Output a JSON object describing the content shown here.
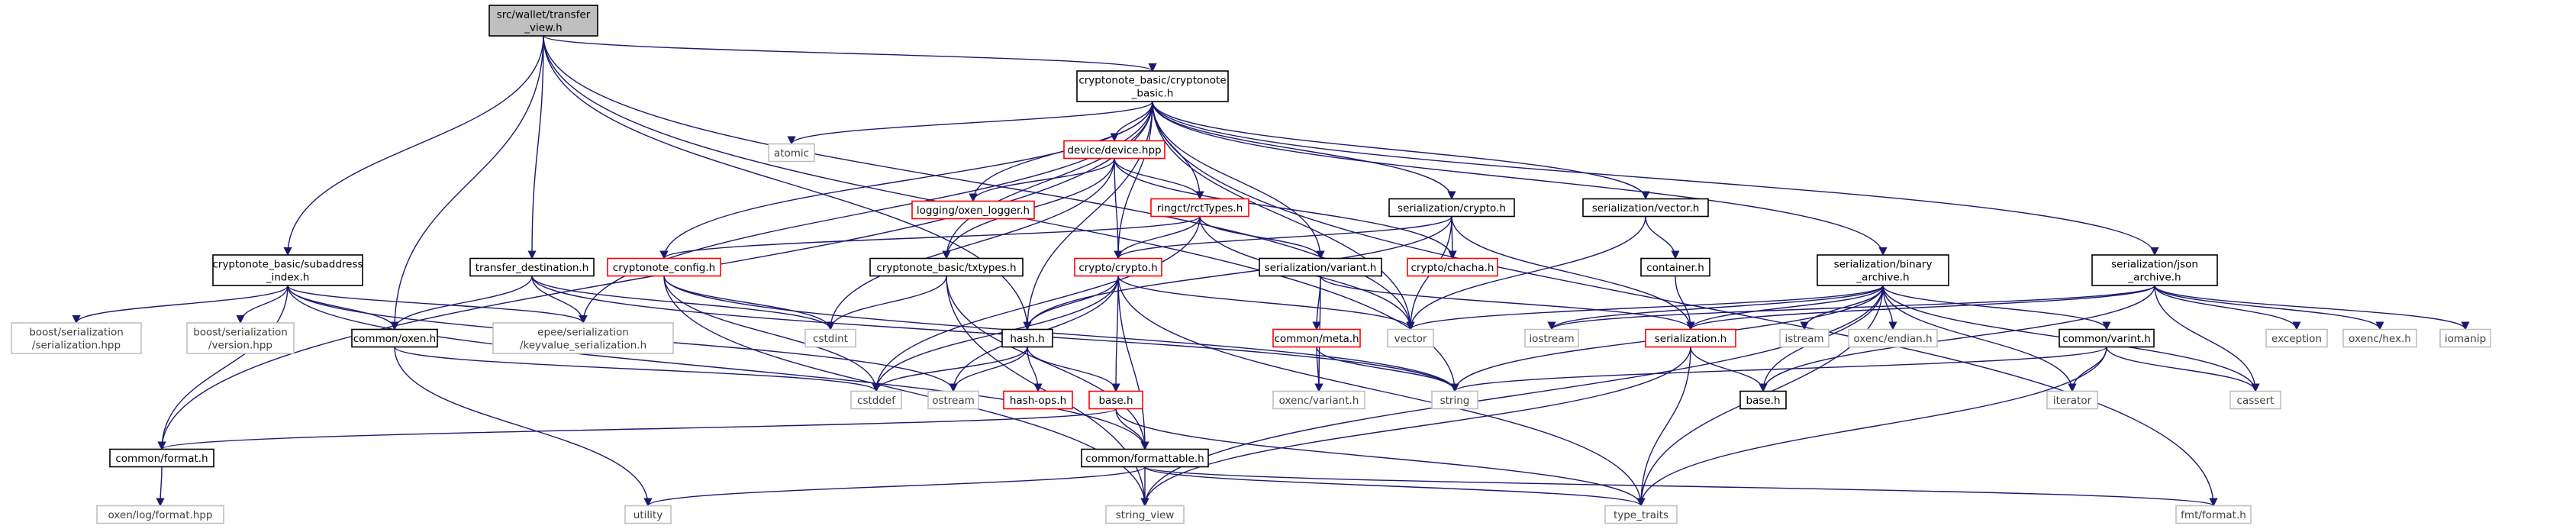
{
  "diagram": {
    "colors": {
      "root_fill": "#bfbfbf",
      "root_border": "#000000",
      "documented_border": "#000000",
      "missing_border": "#ff0000",
      "external_border": "#bfbfbf",
      "documented_text": "#000000",
      "external_text": "#404040",
      "edge": "#191970"
    },
    "nodes": [
      {
        "id": "root",
        "lines": [
          "src/wallet/transfer",
          "_view.h"
        ],
        "kind": "root"
      },
      {
        "id": "cnbasic",
        "lines": [
          "cryptonote_basic/cryptonote",
          "_basic.h"
        ],
        "kind": "documented"
      },
      {
        "id": "subaddr",
        "lines": [
          "cryptonote_basic/subaddress",
          "_index.h"
        ],
        "kind": "documented"
      },
      {
        "id": "transdest",
        "lines": [
          "transfer_destination.h"
        ],
        "kind": "documented"
      },
      {
        "id": "atomic",
        "lines": [
          "atomic"
        ],
        "kind": "external"
      },
      {
        "id": "device",
        "lines": [
          "device/device.hpp"
        ],
        "kind": "missing"
      },
      {
        "id": "oxenlogger",
        "lines": [
          "logging/oxen_logger.h"
        ],
        "kind": "missing"
      },
      {
        "id": "rctTypes",
        "lines": [
          "ringct/rctTypes.h"
        ],
        "kind": "missing"
      },
      {
        "id": "sercrypto",
        "lines": [
          "serialization/crypto.h"
        ],
        "kind": "documented"
      },
      {
        "id": "servector",
        "lines": [
          "serialization/vector.h"
        ],
        "kind": "documented"
      },
      {
        "id": "cnconfig",
        "lines": [
          "cryptonote_config.h"
        ],
        "kind": "missing"
      },
      {
        "id": "txtypes",
        "lines": [
          "cryptonote_basic/txtypes.h"
        ],
        "kind": "documented"
      },
      {
        "id": "cryptoh",
        "lines": [
          "crypto/crypto.h"
        ],
        "kind": "missing"
      },
      {
        "id": "servariant",
        "lines": [
          "serialization/variant.h"
        ],
        "kind": "documented"
      },
      {
        "id": "chacha",
        "lines": [
          "crypto/chacha.h"
        ],
        "kind": "missing"
      },
      {
        "id": "container",
        "lines": [
          "container.h"
        ],
        "kind": "documented"
      },
      {
        "id": "serbinary",
        "lines": [
          "serialization/binary",
          "_archive.h"
        ],
        "kind": "documented"
      },
      {
        "id": "serjson",
        "lines": [
          "serialization/json",
          "_archive.h"
        ],
        "kind": "documented"
      },
      {
        "id": "boostser",
        "lines": [
          "boost/serialization",
          "/serialization.hpp"
        ],
        "kind": "external"
      },
      {
        "id": "boostver",
        "lines": [
          "boost/serialization",
          "/version.hpp"
        ],
        "kind": "external"
      },
      {
        "id": "oxenh",
        "lines": [
          "common/oxen.h"
        ],
        "kind": "documented"
      },
      {
        "id": "keyvalue",
        "lines": [
          "epee/serialization",
          "/keyvalue_serialization.h"
        ],
        "kind": "external"
      },
      {
        "id": "cstdint",
        "lines": [
          "cstdint"
        ],
        "kind": "external"
      },
      {
        "id": "hashh",
        "lines": [
          "hash.h"
        ],
        "kind": "documented"
      },
      {
        "id": "vector",
        "lines": [
          "vector"
        ],
        "kind": "external"
      },
      {
        "id": "iostream",
        "lines": [
          "iostream"
        ],
        "kind": "external"
      },
      {
        "id": "commonmeta",
        "lines": [
          "common/meta.h"
        ],
        "kind": "missing"
      },
      {
        "id": "serialization",
        "lines": [
          "serialization.h"
        ],
        "kind": "missing"
      },
      {
        "id": "istream",
        "lines": [
          "istream"
        ],
        "kind": "external"
      },
      {
        "id": "oxencendian",
        "lines": [
          "oxenc/endian.h"
        ],
        "kind": "external"
      },
      {
        "id": "commonvarint",
        "lines": [
          "common/varint.h"
        ],
        "kind": "documented"
      },
      {
        "id": "exception",
        "lines": [
          "exception"
        ],
        "kind": "external"
      },
      {
        "id": "oxenchex",
        "lines": [
          "oxenc/hex.h"
        ],
        "kind": "external"
      },
      {
        "id": "iomanip",
        "lines": [
          "iomanip"
        ],
        "kind": "external"
      },
      {
        "id": "cstddef",
        "lines": [
          "cstddef"
        ],
        "kind": "external"
      },
      {
        "id": "ostream",
        "lines": [
          "ostream"
        ],
        "kind": "external"
      },
      {
        "id": "hashops",
        "lines": [
          "hash-ops.h"
        ],
        "kind": "missing"
      },
      {
        "id": "baseh1",
        "lines": [
          "base.h"
        ],
        "kind": "missing"
      },
      {
        "id": "oxencvariant",
        "lines": [
          "oxenc/variant.h"
        ],
        "kind": "external"
      },
      {
        "id": "string",
        "lines": [
          "string"
        ],
        "kind": "external"
      },
      {
        "id": "baseh2",
        "lines": [
          "base.h"
        ],
        "kind": "documented"
      },
      {
        "id": "iterator",
        "lines": [
          "iterator"
        ],
        "kind": "external"
      },
      {
        "id": "cassert",
        "lines": [
          "cassert"
        ],
        "kind": "external"
      },
      {
        "id": "commonformat",
        "lines": [
          "common/format.h"
        ],
        "kind": "documented"
      },
      {
        "id": "formattable",
        "lines": [
          "common/formattable.h"
        ],
        "kind": "documented"
      },
      {
        "id": "oxenlogformat",
        "lines": [
          "oxen/log/format.hpp"
        ],
        "kind": "external"
      },
      {
        "id": "utility",
        "lines": [
          "utility"
        ],
        "kind": "external"
      },
      {
        "id": "stringview",
        "lines": [
          "string_view"
        ],
        "kind": "external"
      },
      {
        "id": "typetraits",
        "lines": [
          "type_traits"
        ],
        "kind": "external"
      },
      {
        "id": "fmtformat",
        "lines": [
          "fmt/format.h"
        ],
        "kind": "external"
      }
    ],
    "edges": [
      [
        "root",
        "cnbasic"
      ],
      [
        "root",
        "subaddr"
      ],
      [
        "root",
        "transdest"
      ],
      [
        "root",
        "oxenh"
      ],
      [
        "root",
        "hashh"
      ],
      [
        "root",
        "vector"
      ],
      [
        "root",
        "string"
      ],
      [
        "cnbasic",
        "atomic"
      ],
      [
        "cnbasic",
        "device"
      ],
      [
        "cnbasic",
        "oxenlogger"
      ],
      [
        "cnbasic",
        "rctTypes"
      ],
      [
        "cnbasic",
        "sercrypto"
      ],
      [
        "cnbasic",
        "servector"
      ],
      [
        "cnbasic",
        "cnconfig"
      ],
      [
        "cnbasic",
        "txtypes"
      ],
      [
        "cnbasic",
        "cryptoh"
      ],
      [
        "cnbasic",
        "servariant"
      ],
      [
        "cnbasic",
        "serbinary"
      ],
      [
        "cnbasic",
        "serjson"
      ],
      [
        "cnbasic",
        "keyvalue"
      ],
      [
        "cnbasic",
        "hashh"
      ],
      [
        "cnbasic",
        "vector"
      ],
      [
        "cnbasic",
        "commonformat"
      ],
      [
        "cnbasic",
        "fmtformat"
      ],
      [
        "subaddr",
        "boostser"
      ],
      [
        "subaddr",
        "boostver"
      ],
      [
        "subaddr",
        "oxenh"
      ],
      [
        "subaddr",
        "keyvalue"
      ],
      [
        "subaddr",
        "commonformat"
      ],
      [
        "subaddr",
        "formattable"
      ],
      [
        "subaddr",
        "ostream"
      ],
      [
        "transdest",
        "oxenh"
      ],
      [
        "transdest",
        "keyvalue"
      ],
      [
        "transdest",
        "cstdint"
      ],
      [
        "transdest",
        "string"
      ],
      [
        "device",
        "oxenlogger"
      ],
      [
        "device",
        "rctTypes"
      ],
      [
        "device",
        "cryptoh"
      ],
      [
        "device",
        "chacha"
      ],
      [
        "device",
        "txtypes"
      ],
      [
        "device",
        "cstdint"
      ],
      [
        "rctTypes",
        "cryptoh"
      ],
      [
        "rctTypes",
        "servariant"
      ],
      [
        "rctTypes",
        "cnconfig"
      ],
      [
        "rctTypes",
        "vector"
      ],
      [
        "rctTypes",
        "cstddef"
      ],
      [
        "sercrypto",
        "cryptoh"
      ],
      [
        "sercrypto",
        "chacha"
      ],
      [
        "sercrypto",
        "hashh"
      ],
      [
        "sercrypto",
        "serialization"
      ],
      [
        "sercrypto",
        "vector"
      ],
      [
        "servector",
        "container"
      ],
      [
        "servector",
        "vector"
      ],
      [
        "container",
        "serialization"
      ],
      [
        "cnconfig",
        "cstdint"
      ],
      [
        "cnconfig",
        "string"
      ],
      [
        "cnconfig",
        "stringview"
      ],
      [
        "cnconfig",
        "cstddef"
      ],
      [
        "txtypes",
        "cstdint"
      ],
      [
        "txtypes",
        "formattable"
      ],
      [
        "txtypes",
        "stringview"
      ],
      [
        "cryptoh",
        "hashh"
      ],
      [
        "cryptoh",
        "baseh1"
      ],
      [
        "cryptoh",
        "cstddef"
      ],
      [
        "cryptoh",
        "ostream"
      ],
      [
        "cryptoh",
        "vector"
      ],
      [
        "cryptoh",
        "typetraits"
      ],
      [
        "cryptoh",
        "formattable"
      ],
      [
        "servariant",
        "commonmeta"
      ],
      [
        "servariant",
        "serialization"
      ],
      [
        "servariant",
        "oxencvariant"
      ],
      [
        "serbinary",
        "istream"
      ],
      [
        "serbinary",
        "oxencendian"
      ],
      [
        "serbinary",
        "commonvarint"
      ],
      [
        "serbinary",
        "serialization"
      ],
      [
        "serbinary",
        "baseh2"
      ],
      [
        "serbinary",
        "iostream"
      ],
      [
        "serbinary",
        "vector"
      ],
      [
        "serbinary",
        "string"
      ],
      [
        "serbinary",
        "iterator"
      ],
      [
        "serbinary",
        "cassert"
      ],
      [
        "serbinary",
        "typetraits"
      ],
      [
        "serbinary",
        "stringview"
      ],
      [
        "serjson",
        "serialization"
      ],
      [
        "serjson",
        "exception"
      ],
      [
        "serjson",
        "oxenchex"
      ],
      [
        "serjson",
        "iomanip"
      ],
      [
        "serjson",
        "cassert"
      ],
      [
        "serjson",
        "baseh2"
      ],
      [
        "serjson",
        "iostream"
      ],
      [
        "hashh",
        "cstddef"
      ],
      [
        "hashh",
        "ostream"
      ],
      [
        "hashh",
        "hashops"
      ],
      [
        "hashh",
        "baseh1"
      ],
      [
        "commonmeta",
        "oxencvariant"
      ],
      [
        "commonmeta",
        "string"
      ],
      [
        "serialization",
        "baseh2"
      ],
      [
        "serialization",
        "typetraits"
      ],
      [
        "serialization",
        "stringview"
      ],
      [
        "commonvarint",
        "string"
      ],
      [
        "commonvarint",
        "iterator"
      ],
      [
        "commonvarint",
        "cassert"
      ],
      [
        "commonvarint",
        "typetraits"
      ],
      [
        "oxenh",
        "utility"
      ],
      [
        "oxenh",
        "cstddef"
      ],
      [
        "baseh1",
        "commonformat"
      ],
      [
        "baseh1",
        "formattable"
      ],
      [
        "baseh1",
        "typetraits"
      ],
      [
        "commonformat",
        "oxenlogformat"
      ],
      [
        "formattable",
        "stringview"
      ],
      [
        "formattable",
        "typetraits"
      ],
      [
        "formattable",
        "fmtformat"
      ],
      [
        "formattable",
        "utility"
      ]
    ]
  }
}
